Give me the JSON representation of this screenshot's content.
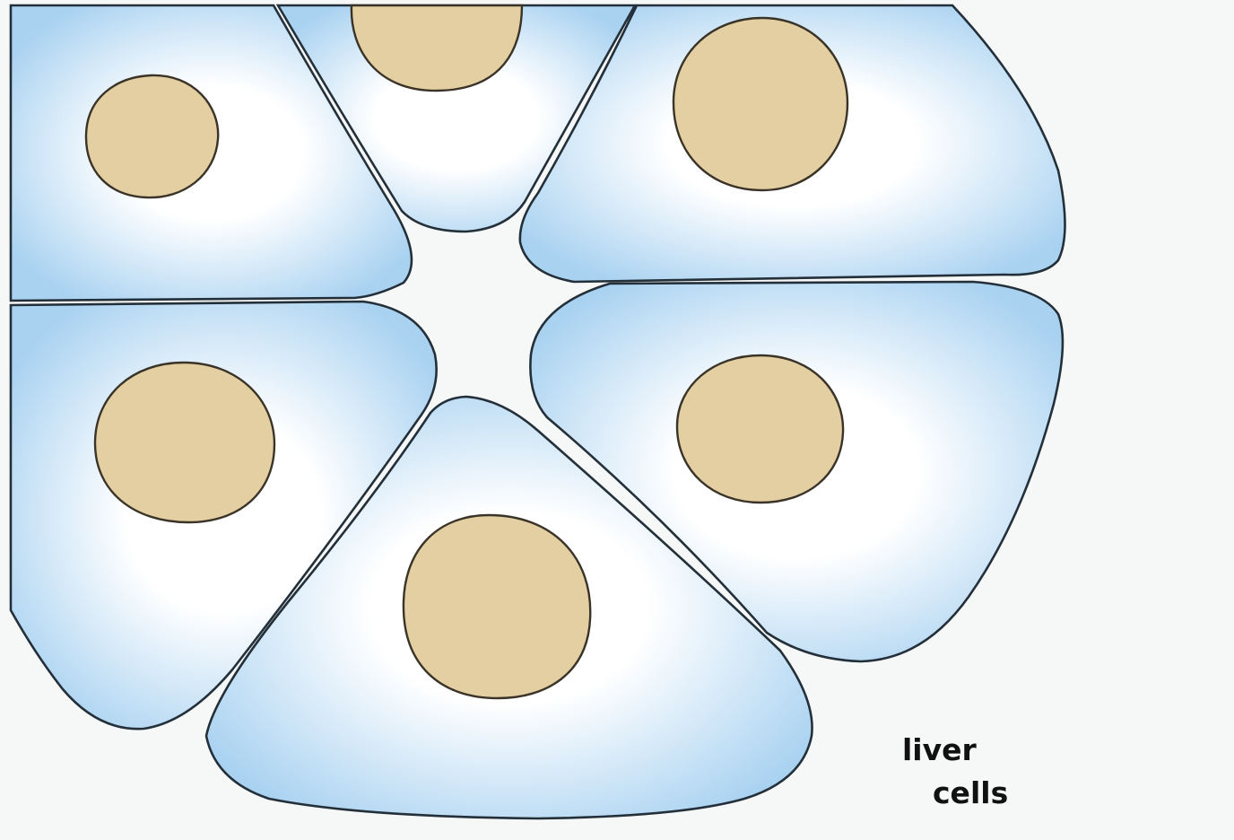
{
  "label": {
    "line1": "liver",
    "line2": "cells"
  },
  "colors": {
    "background": "#f6f7f7",
    "cytoplasm_outer": "#a9d2f1",
    "cytoplasm_inner": "#ffffff",
    "nucleus_fill": "#e3cfa2",
    "outline": "#23303a"
  },
  "cells": [
    {
      "name": "cell-top-left"
    },
    {
      "name": "cell-top-center"
    },
    {
      "name": "cell-top-right"
    },
    {
      "name": "cell-left"
    },
    {
      "name": "cell-right"
    },
    {
      "name": "cell-bottom"
    }
  ]
}
